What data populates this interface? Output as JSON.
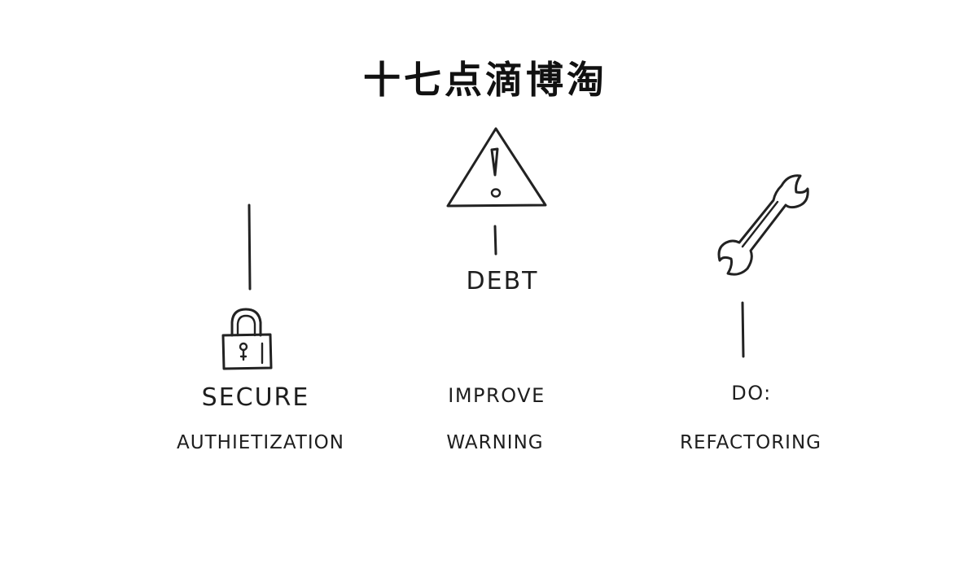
{
  "title": "十七点滴博淘",
  "colors": {
    "ink": "#222222",
    "background": "#ffffff"
  },
  "columns": [
    {
      "icon": "lock-icon",
      "label_primary": "SECURE",
      "label_secondary": "AUTHIETIZATION"
    },
    {
      "icon": "warning-triangle-icon",
      "label_primary": "DEBT",
      "label_middle": "IMPROVE",
      "label_secondary": "WARNING"
    },
    {
      "icon": "wrench-icon",
      "label_primary": "DO:",
      "label_secondary": "REFACTORING"
    }
  ]
}
